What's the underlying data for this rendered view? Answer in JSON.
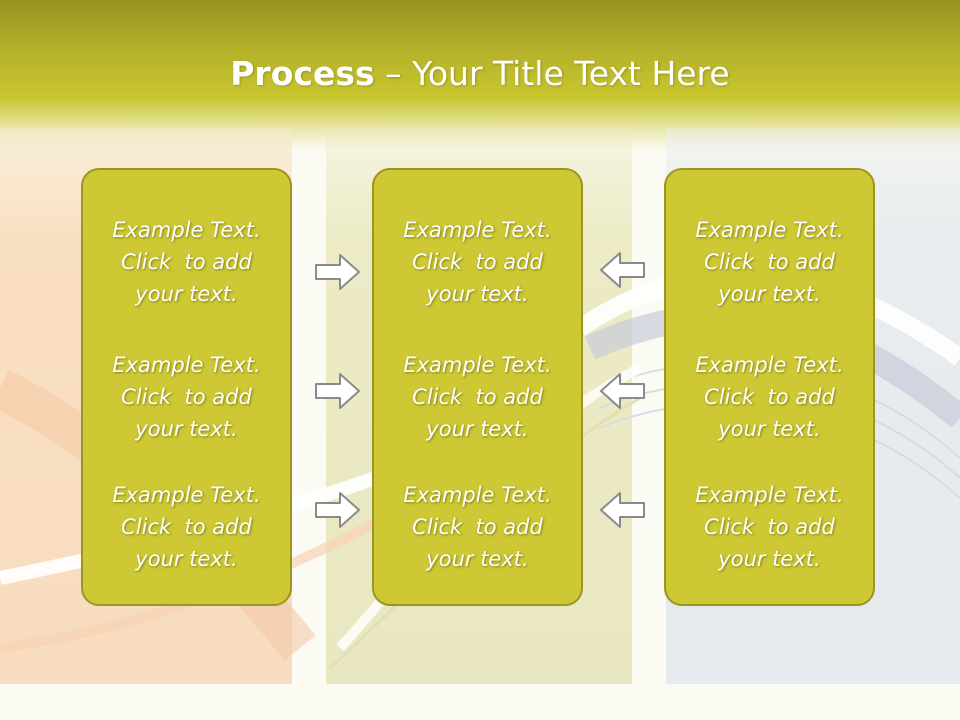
{
  "slide": {
    "title_bold": "Process",
    "title_rest": " – Your Title Text Here"
  },
  "columns": [
    {
      "items": [
        "Example Text.\nClick  to add\nyour text.",
        "Example Text.\nClick  to add\nyour text.",
        "Example Text.\nClick  to add\nyour text."
      ]
    },
    {
      "items": [
        "Example Text.\nClick  to add\nyour text.",
        "Example Text.\nClick  to add\nyour text.",
        "Example Text.\nClick  to add\nyour text."
      ]
    },
    {
      "items": [
        "Example Text.\nClick  to add\nyour text.",
        "Example Text.\nClick  to add\nyour text.",
        "Example Text.\nClick  to add\nyour text."
      ]
    }
  ],
  "arrows": {
    "left_group": "arrow-right",
    "right_group": "arrow-left"
  },
  "colors": {
    "box_fill": "#cdc833",
    "box_border": "#9a9621",
    "header": "#c9c62f",
    "text": "#ffffff"
  }
}
